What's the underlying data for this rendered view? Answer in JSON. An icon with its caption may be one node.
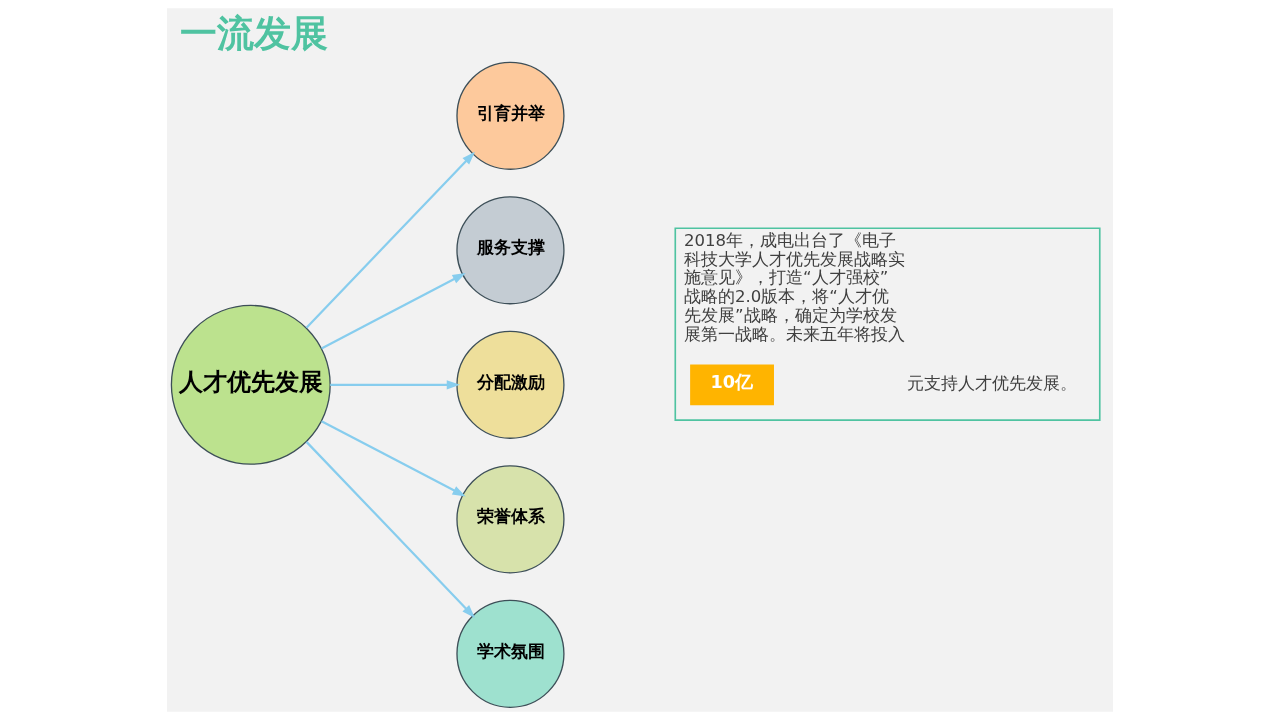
{
  "diagram": {
    "title": "一流发展",
    "nodes": [
      {
        "text": [
          "人才优先发展"
        ]
      },
      {
        "text": [
          "引育并举"
        ]
      },
      {
        "text": [
          "服务支撑"
        ]
      },
      {
        "text": [
          "分配激励"
        ]
      },
      {
        "text": [
          "荣誉体系"
        ]
      },
      {
        "text": [
          "学术氛围"
        ]
      },
      {
        "text": [
          "2018年，成电出台了《电子科技大学人才优先发展战略实施意见》，打造“人才强校”战略的2.0版本，将“人才优先发展”战略，确定为学校发展第一战略。未来五年将投入",
          "元支持人才优先发展。"
        ]
      },
      {
        "text": [
          "10亿"
        ],
        "in": 6
      }
    ],
    "edges": [
      {
        "from": 0,
        "to": 1,
        "arrow": "to"
      },
      {
        "from": 0,
        "to": 2,
        "arrow": "to"
      },
      {
        "from": 0,
        "to": 3,
        "arrow": "to"
      },
      {
        "from": 0,
        "to": 4,
        "arrow": "to"
      },
      {
        "from": 0,
        "to": 5,
        "arrow": "to"
      }
    ]
  }
}
